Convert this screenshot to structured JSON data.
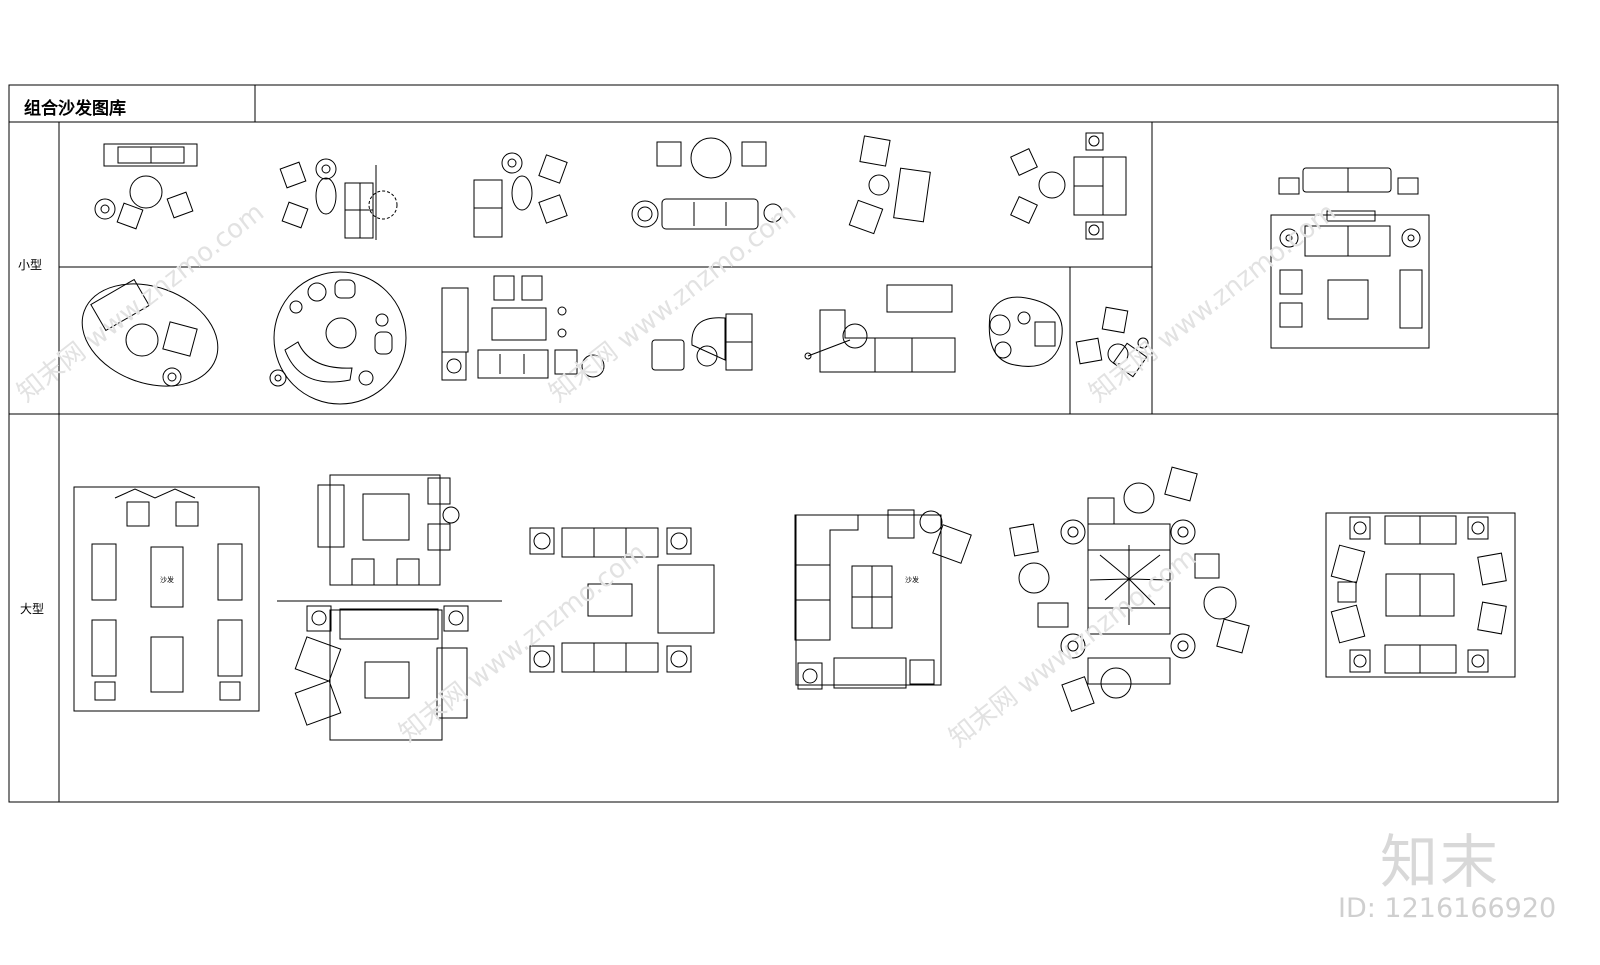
{
  "sheet": {
    "title": "组合沙发图库",
    "rows": {
      "small": "小型",
      "large": "大型"
    },
    "room_labels": {
      "sofa_plan_a": "沙发",
      "sofa_plan_b": "沙发"
    }
  },
  "watermark": {
    "brand": "知末",
    "id_text": "ID: 1216166920",
    "url": "www.znzmo.com",
    "cn": "知末网"
  },
  "colors": {
    "line": "#000000",
    "watermark": "#dddddd"
  }
}
